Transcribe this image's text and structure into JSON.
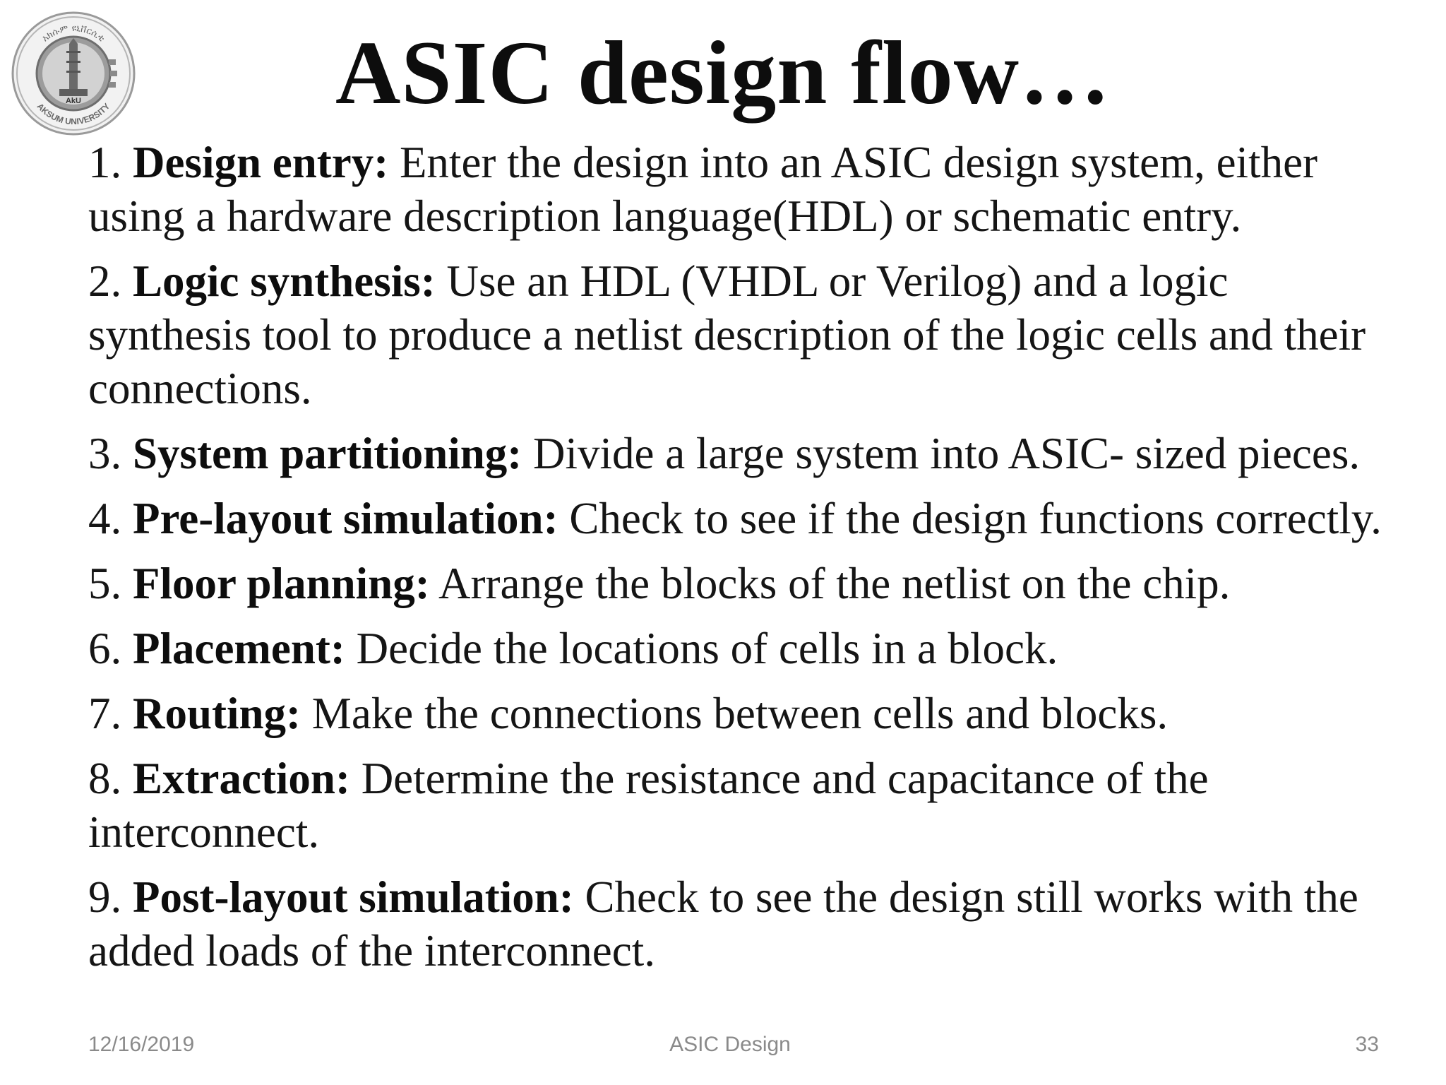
{
  "logo": {
    "text_top": "አክሱም ዩኒቨርሲቲ",
    "text_bottom": "AKSUM UNIVERSITY",
    "monogram": "AkU"
  },
  "title": "ASIC design flow…",
  "items": [
    {
      "num": "1.",
      "head": "Design entry:",
      "body": "Enter the design into an ASIC design system, either using a hardware description language(HDL) or schematic entry."
    },
    {
      "num": "2.",
      "head": "Logic synthesis:",
      "body": "Use an HDL (VHDL or Verilog) and a logic synthesis tool to produce a netlist description of the logic cells and their connections."
    },
    {
      "num": "3.",
      "head": "System partitioning:",
      "body": "Divide a large system into ASIC- sized pieces."
    },
    {
      "num": "4.",
      "head": "Pre-layout simulation:",
      "body": "Check to see if the design functions correctly."
    },
    {
      "num": "5.",
      "head": "Floor planning:",
      "body": "Arrange the blocks of the netlist on the chip."
    },
    {
      "num": "6.",
      "head": "Placement:",
      "body": "Decide the locations of cells in a block."
    },
    {
      "num": "7.",
      "head": "Routing:",
      "body": "Make the connections between cells and blocks."
    },
    {
      "num": "8.",
      "head": "Extraction:",
      "body": "Determine the resistance and capacitance of the interconnect."
    },
    {
      "num": "9.",
      "head": "Post-layout simulation:",
      "body": "Check to see the design still works with the added loads of the interconnect."
    }
  ],
  "footer": {
    "date": "12/16/2019",
    "title": "ASIC Design",
    "page": "33"
  }
}
